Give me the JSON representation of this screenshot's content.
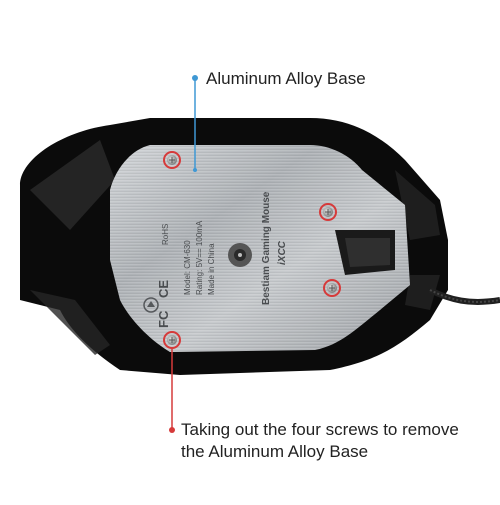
{
  "callouts": {
    "top": {
      "text": "Aluminum Alloy Base"
    },
    "bottom": {
      "line1": "Taking out the four screws to remove",
      "line2": "the Aluminum Alloy Base"
    }
  },
  "plate_print": {
    "brand": "iXCC",
    "product": "Bestiam Gaming Mouse",
    "model": "Model: CM-630",
    "rating": "Rating: 5V== 100mA",
    "origin": "Made in China",
    "marks": [
      "FC",
      "CE",
      "RoHS"
    ]
  },
  "colors": {
    "accent_blue": "#3f98d4",
    "accent_red": "#d63a3a",
    "shell": "#0b0b0b",
    "plate": "#b8bcc0"
  },
  "icons": [
    "screw-icon",
    "recycle-icon",
    "fcc-icon",
    "ce-icon",
    "checkmark-icon"
  ]
}
